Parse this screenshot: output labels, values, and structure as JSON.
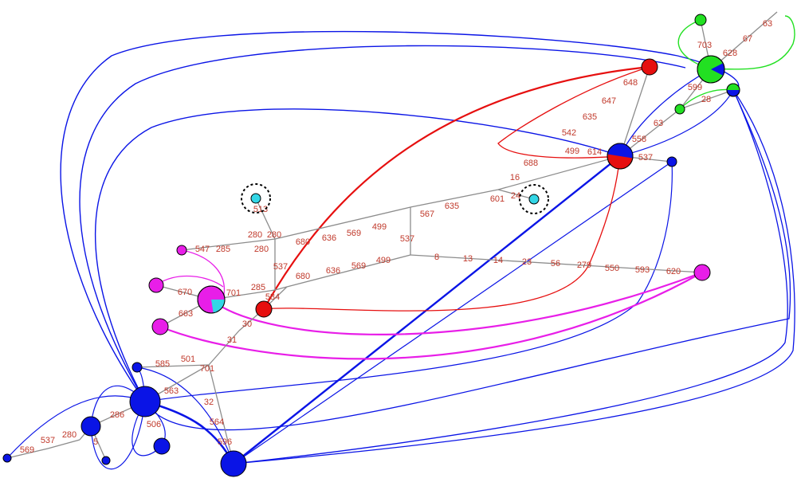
{
  "colors": {
    "blue": "#0a14e6",
    "red": "#e60f0f",
    "green": "#22e022",
    "magenta": "#e81ee8",
    "cyan": "#33d6e6",
    "tree_edge": "#8c8c8c",
    "label": "#c0392b"
  },
  "nodes": [
    {
      "id": "b_big",
      "color": "blue"
    },
    {
      "id": "b_bottom",
      "color": "blue"
    },
    {
      "id": "b_left1",
      "color": "blue"
    },
    {
      "id": "b_left2",
      "color": "blue"
    },
    {
      "id": "b_small_a",
      "color": "blue"
    },
    {
      "id": "b_small_b",
      "color": "blue"
    },
    {
      "id": "b_small_c",
      "color": "blue"
    },
    {
      "id": "b_right",
      "color": "blue"
    },
    {
      "id": "r_top",
      "color": "red"
    },
    {
      "id": "r_mid",
      "color": "red"
    },
    {
      "id": "br_pie",
      "color": "blue/red"
    },
    {
      "id": "g_big",
      "color": "green/blue"
    },
    {
      "id": "g_small1",
      "color": "green"
    },
    {
      "id": "g_small2",
      "color": "green"
    },
    {
      "id": "gb_small",
      "color": "green/blue"
    },
    {
      "id": "m_pie",
      "color": "magenta/cyan"
    },
    {
      "id": "m_right",
      "color": "magenta"
    },
    {
      "id": "m_a",
      "color": "magenta"
    },
    {
      "id": "m_b",
      "color": "magenta"
    },
    {
      "id": "m_c",
      "color": "magenta"
    },
    {
      "id": "c_1",
      "color": "cyan"
    },
    {
      "id": "c_2",
      "color": "cyan"
    }
  ],
  "edge_labels": [
    "703",
    "67",
    "63",
    "628",
    "648",
    "647",
    "635",
    "542",
    "499",
    "614",
    "558",
    "537",
    "599",
    "28",
    "63",
    "688",
    "16",
    "24",
    "601",
    "635",
    "567",
    "499",
    "569",
    "636",
    "680",
    "537",
    "8",
    "13",
    "14",
    "23",
    "56",
    "279",
    "550",
    "593",
    "620",
    "513",
    "280",
    "280",
    "280",
    "285",
    "547",
    "537",
    "680",
    "636",
    "569",
    "499",
    "285",
    "584",
    "670",
    "701",
    "663",
    "30",
    "31",
    "585",
    "501",
    "701",
    "563",
    "32",
    "564",
    "596",
    "286",
    "506",
    "569",
    "537",
    "280",
    "5"
  ]
}
